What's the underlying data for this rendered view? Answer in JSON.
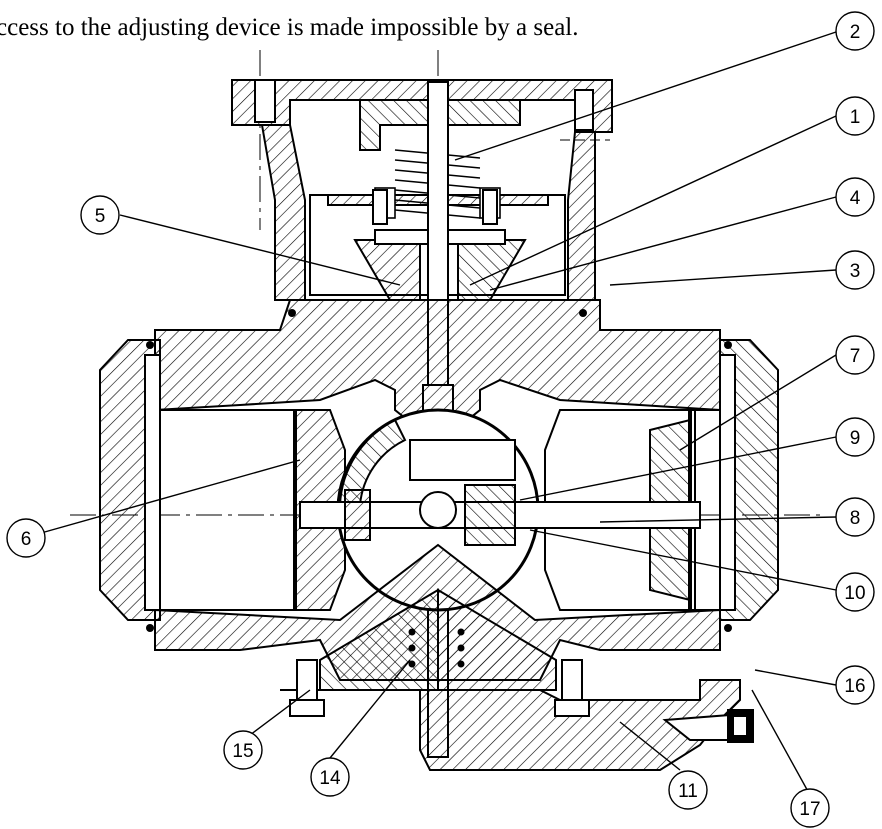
{
  "caption": "ccess to the adjusting device is made impossible by a seal.",
  "callouts": [
    {
      "label": "2"
    },
    {
      "label": "1"
    },
    {
      "label": "4"
    },
    {
      "label": "5"
    },
    {
      "label": "3"
    },
    {
      "label": "7"
    },
    {
      "label": "9"
    },
    {
      "label": "6"
    },
    {
      "label": "8"
    },
    {
      "label": "10"
    },
    {
      "label": "16"
    },
    {
      "label": "15"
    },
    {
      "label": "14"
    },
    {
      "label": "11"
    },
    {
      "label": "17"
    }
  ]
}
